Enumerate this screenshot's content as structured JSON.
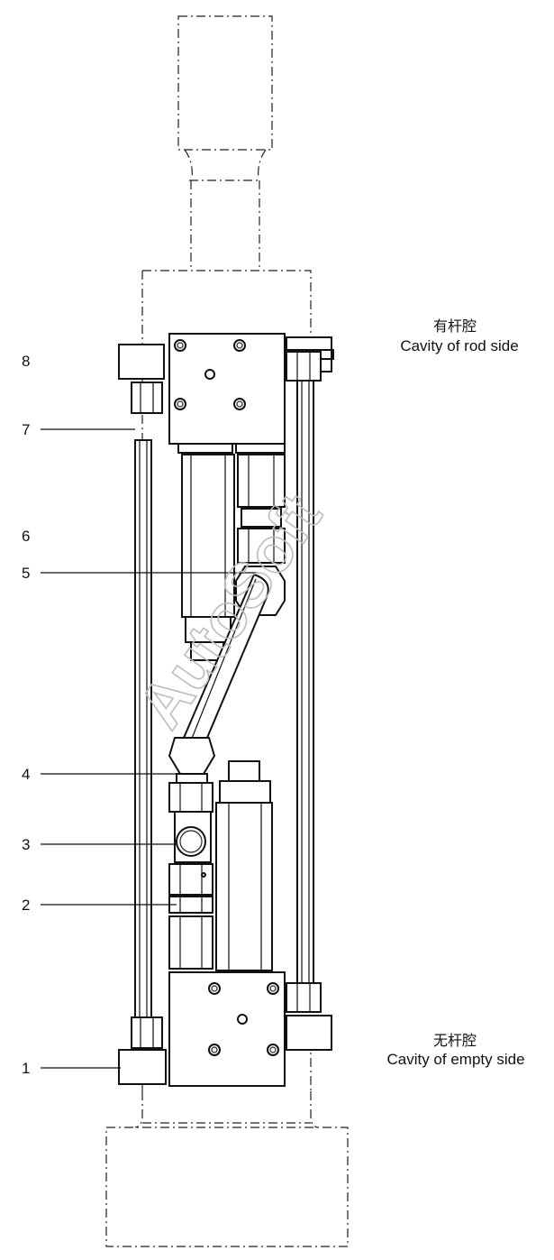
{
  "labels": {
    "rod_side_cn": "有杆腔",
    "rod_side_en": "Cavity of rod side",
    "empty_side_cn": "无杆腔",
    "empty_side_en": "Cavity of empty side"
  },
  "callouts": [
    "1",
    "2",
    "3",
    "4",
    "5",
    "6",
    "7",
    "8"
  ],
  "watermark": "AutoSoft"
}
